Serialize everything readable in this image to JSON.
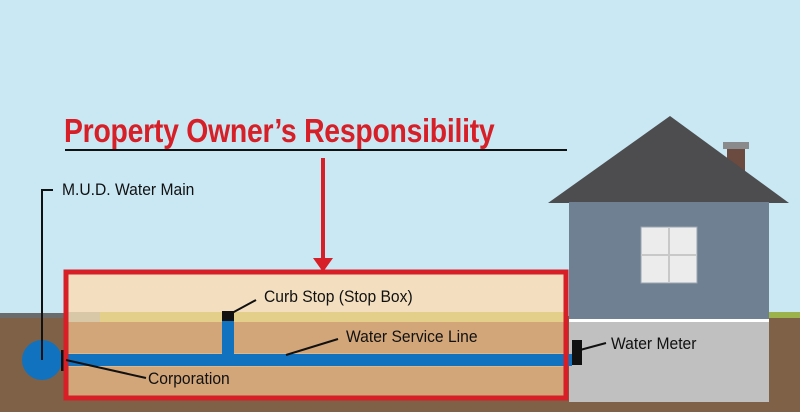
{
  "title": "Property Owner’s Responsibility",
  "labels": {
    "water_main": "M.U.D. Water Main",
    "curb_stop": "Curb Stop (Stop Box)",
    "service_line": "Water Service Line",
    "corporation": "Corporation",
    "water_meter": "Water Meter"
  },
  "colors": {
    "sky": "#c9e8f4",
    "soil": "#7e6146",
    "soil_top": "#6b6b6b",
    "grass": "#9bb34a",
    "sand_light": "#f3dfc0",
    "sand_strip": "#e3cf8a",
    "sand_dark": "#d2a679",
    "pipe": "#1172bf",
    "accent_red": "#d71f27",
    "house_wall": "#6e8092",
    "roof": "#4d4d4f",
    "chimney": "#6b4a40",
    "foundation": "#c0c0c0",
    "window": "#ececec"
  }
}
